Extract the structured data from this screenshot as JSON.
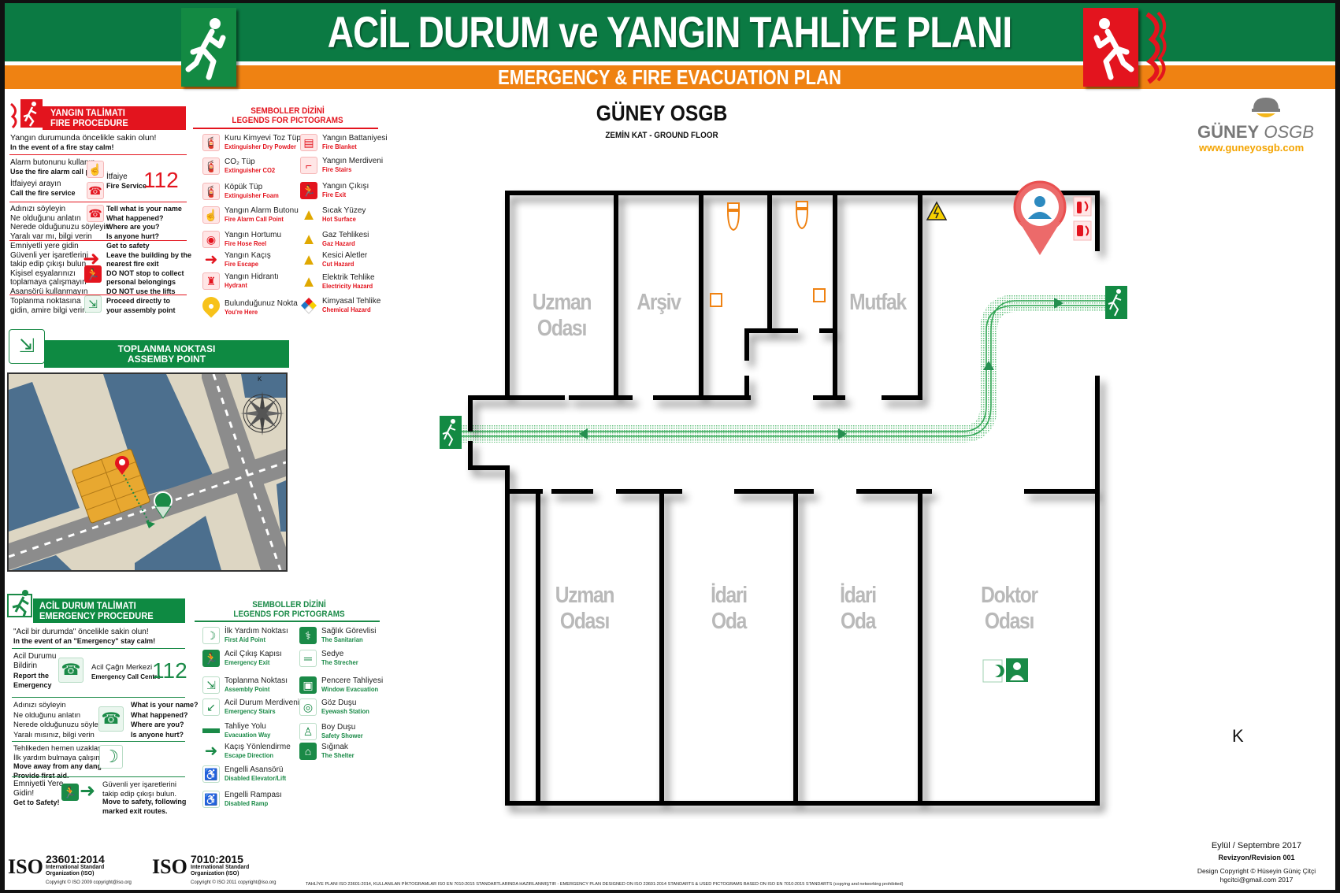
{
  "header": {
    "title": "ACİL DURUM ve YANGIN TAHLİYE PLANI",
    "subtitle": "EMERGENCY & FIRE EVACUATION PLAN",
    "colors": {
      "green": "#0b7a43",
      "orange": "#ef8212",
      "red": "#e3141e"
    },
    "left_icon": "emergency-exit-running-man-icon",
    "right_icon": "fire-exit-running-man-icon"
  },
  "fire_procedure": {
    "title_tr": "YANGIN TALİMATI",
    "title_en": "FIRE PROCEDURE",
    "intro_tr": "Yangın durumunda öncelikle sakin olun!",
    "intro_en": "In the event of a fire stay calm!",
    "row1": {
      "a_tr": "Alarm butonunu kullanın",
      "a_en": "Use the fire alarm call point",
      "b_tr": "İtfaiyeyi arayın",
      "b_en": "Call the fire service",
      "service_tr": "İtfaiye",
      "service_en": "Fire Service",
      "number": "112"
    },
    "row2": {
      "tr": "Adınızı söyleyin\nNe olduğunu anlatın\nNerede olduğunuzu söyleyin\nYaralı var mı, bilgi verin",
      "en": "Tell what is your name\nWhat happened?\nWhere are you?\nIs anyone hurt?"
    },
    "row3": {
      "tr": "Emniyetli yere gidin\nGüvenli yer işaretlerini\ntakip edip çıkışı bulun\nKişisel eşyalarınızı\ntoplamaya çalışmayın\nAsansörü kullanmayın",
      "en": "Get to safety\nLeave the building by the\nnearest fire exit\nDO NOT stop to collect\npersonal belongings\nDO NOT use the lifts"
    },
    "row4": {
      "tr": "Toplanma noktasına\ngidin, amire bilgi verin",
      "en": "Proceed directly to\nyour assembly point"
    }
  },
  "fire_legend": {
    "title_tr": "SEMBOLLER DİZİNİ",
    "title_en": "LEGENDS FOR PICTOGRAMS",
    "items": [
      {
        "tr": "Kuru Kimyevi Toz Tüp",
        "en": "Extinguisher Dry Powder",
        "icon": "extinguisher-icon"
      },
      {
        "tr": "CO₂ Tüp",
        "en": "Extinguisher CO2",
        "icon": "extinguisher-icon"
      },
      {
        "tr": "Köpük Tüp",
        "en": "Extinguisher Foam",
        "icon": "extinguisher-icon"
      },
      {
        "tr": "Yangın Alarm Butonu",
        "en": "Fire Alarm Call Point",
        "icon": "alarm-button-icon"
      },
      {
        "tr": "Yangın Hortumu",
        "en": "Fire Hose Reel",
        "icon": "hose-reel-icon"
      },
      {
        "tr": "Yangın Kaçış",
        "en": "Fire Escape",
        "icon": "arrow-right-icon"
      },
      {
        "tr": "Yangın Hidrantı",
        "en": "Hydrant",
        "icon": "hydrant-icon"
      },
      {
        "tr": "Bulunduğunuz Nokta",
        "en": "You're Here",
        "icon": "you-are-here-icon"
      },
      {
        "tr": "Yangın Battaniyesi",
        "en": "Fire Blanket",
        "icon": "fire-blanket-icon"
      },
      {
        "tr": "Yangın Merdiveni",
        "en": "Fire Stairs",
        "icon": "fire-stairs-icon"
      },
      {
        "tr": "Yangın Çıkışı",
        "en": "Fire Exit",
        "icon": "fire-exit-icon"
      },
      {
        "tr": "Sıcak Yüzey",
        "en": "Hot Surface",
        "icon": "hot-surface-warning-icon"
      },
      {
        "tr": "Gaz Tehlikesi",
        "en": "Gaz Hazard",
        "icon": "gas-hazard-warning-icon"
      },
      {
        "tr": "Kesici Aletler",
        "en": "Cut Hazard",
        "icon": "cut-hazard-warning-icon"
      },
      {
        "tr": "Elektrik Tehlike",
        "en": "Electricity Hazard",
        "icon": "electricity-warning-icon"
      },
      {
        "tr": "Kimyasal Tehlike",
        "en": "Chemical Hazard",
        "icon": "chemical-hazard-icon"
      }
    ]
  },
  "assembly_point": {
    "title_tr": "TOPLANMA NOKTASI",
    "title_en": "ASSEMBY POINT",
    "compass_label": "K"
  },
  "emergency_procedure": {
    "title_tr": "ACİL DURUM TALİMATI",
    "title_en": "EMERGENCY PROCEDURE",
    "intro_tr": "\"Acil bir durumda\" öncelikle sakin olun!",
    "intro_en": "In the event of an \"Emergency\" stay calm!",
    "row1": {
      "tr": "Acil Durumu\nBildirin",
      "en": "Report the\nEmergency",
      "center_tr": "Acil Çağrı Merkezi",
      "center_en": "Emergency Call Centre",
      "number": "112"
    },
    "row2": {
      "tr": "Adınızı söyleyin\nNe olduğunu anlatın\nNerede olduğunuzu söyleyin\nYaralı mısınız, bilgi verin",
      "en": "What is your name?\nWhat happened?\nWhere are you?\nIs anyone hurt?"
    },
    "row3": {
      "tr": "Tehlikeden hemen uzaklaşın.\nİlk yardım bulmaya çalışın.",
      "en": "Move away from any danger.\nProvide first aid."
    },
    "row4": {
      "tr": "Emniyetli Yere\nGidin!",
      "en": "Get to Safety!",
      "right_tr": "Güvenli yer işaretlerini\ntakip edip çıkışı bulun.",
      "right_en": "Move to safety, following\nmarked exit routes."
    }
  },
  "emergency_legend": {
    "title_tr": "SEMBOLLER DİZİNİ",
    "title_en": "LEGENDS FOR PICTOGRAMS",
    "items": [
      {
        "tr": "İlk Yardım Noktası",
        "en": "First Aid Point",
        "icon": "first-aid-crescent-icon"
      },
      {
        "tr": "Acil Çıkış Kapısı",
        "en": "Emergency Exit",
        "icon": "emergency-exit-icon"
      },
      {
        "tr": "Toplanma Noktası",
        "en": "Assembly Point",
        "icon": "assembly-point-icon"
      },
      {
        "tr": "Acil Durum Merdiveni",
        "en": "Emergency Stairs",
        "icon": "emergency-stairs-icon"
      },
      {
        "tr": "Tahliye Yolu",
        "en": "Evacuation Way",
        "icon": "evacuation-way-icon"
      },
      {
        "tr": "Kaçış Yönlendirme",
        "en": "Escape Direction",
        "icon": "arrow-right-icon"
      },
      {
        "tr": "Engelli Asansörü",
        "en": "Disabled Elevator/Lift",
        "icon": "disabled-lift-icon"
      },
      {
        "tr": "Engelli Rampası",
        "en": "Disabled Ramp",
        "icon": "disabled-ramp-icon"
      },
      {
        "tr": "Sağlık Görevlisi",
        "en": "The Sanitarian",
        "icon": "sanitarian-icon"
      },
      {
        "tr": "Sedye",
        "en": "The Strecher",
        "icon": "stretcher-icon"
      },
      {
        "tr": "Pencere Tahliyesi",
        "en": "Window Evacuation",
        "icon": "window-evacuation-icon"
      },
      {
        "tr": "Göz Duşu",
        "en": "Eyewash Station",
        "icon": "eyewash-icon"
      },
      {
        "tr": "Boy Duşu",
        "en": "Safety Shower",
        "icon": "safety-shower-icon"
      },
      {
        "tr": "Sığınak",
        "en": "The Shelter",
        "icon": "shelter-icon"
      }
    ]
  },
  "floor_plan": {
    "company": "GÜNEY OSGB",
    "floor": "ZEMİN KAT - GROUND FLOOR",
    "compass_label": "K",
    "rooms": {
      "upper_1": "Uzman\nOdası",
      "upper_2": "Arşiv",
      "upper_5": "Mutfak",
      "lower_1": "Uzman\nOdası",
      "lower_2": "İdari\nOda",
      "lower_3": "İdari\nOda",
      "lower_4": "Doktor\nOdası"
    }
  },
  "logo": {
    "name_bold": "GÜNEY",
    "name_light": "OSGB",
    "url": "www.guneyosgb.com"
  },
  "footer": {
    "iso1_code": "23601:2014",
    "iso1_org": "International Standard\nOrganization (ISO)",
    "iso1_copy": "Copyright © ISO 2009 copyright@iso.org",
    "iso2_code": "7010:2015",
    "iso2_org": "International Standard\nOrganization (ISO)",
    "iso2_copy": "Copyright © ISO 2011 copyright@iso.org",
    "iso_logo": "ISO",
    "disclaimer": "TAHLİYE PLANI ISO 23601:2014, KULLANILAN PİKTOGRAMLAR ISO EN 7010:2015 STANDARTLARINDA HAZIRLANMIŞTIR - EMERGENCY PLAN DESIGNED ON ISO 23601:2014 STANDARTS & USED PICTOGRAMS BASED ON ISO EN 7010:2015 STANDARTS (copying and networking prohibited)",
    "date": "Eylül / Septembre 2017",
    "revision": "Revizyon/Revision  001",
    "copyright": "Design Copyright © Hüseyin Güniç Çitçi",
    "email": "hgcitci@gmail.com 2017"
  }
}
